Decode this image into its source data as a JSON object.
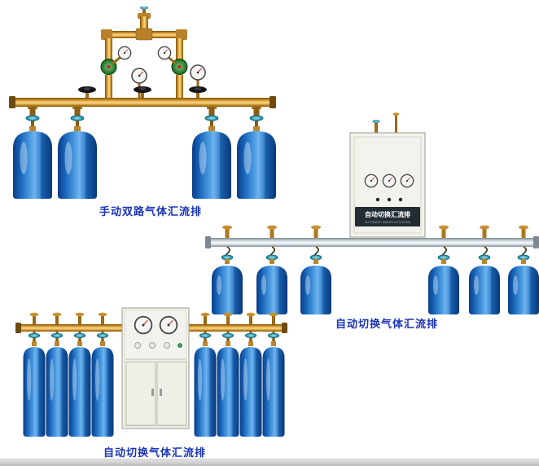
{
  "products": [
    {
      "caption": "手动双路气体汇流排"
    },
    {
      "caption": "自动切换气体汇流排",
      "cabinet_label": "自动切换汇流排",
      "cabinet_sublabel": "AUTOMATIC MANIFOLD SYSTEM"
    },
    {
      "caption": "自动切换气体汇流排"
    }
  ],
  "colors": {
    "caption_text": "#1a34b8",
    "cylinder_blue": "#1d6cc0",
    "brass": "#d89a35",
    "manifold_silver": "#cfd9df",
    "valve_teal": "#2aa4bf",
    "cabinet_body": "#f3f3ed"
  }
}
